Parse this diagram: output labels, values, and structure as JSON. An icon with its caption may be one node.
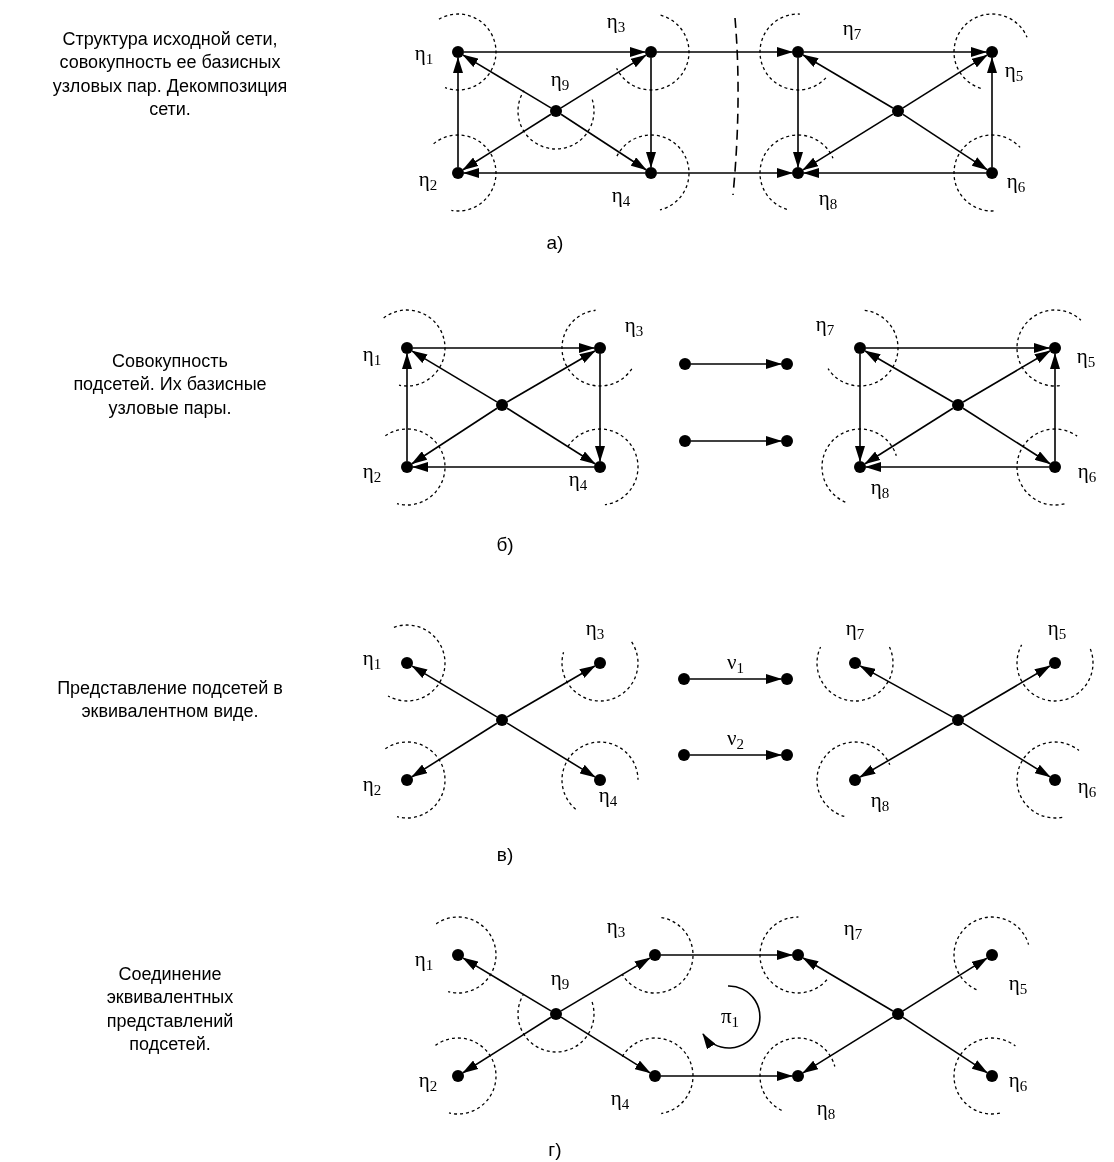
{
  "diagram": {
    "nodes": [
      {
        "text": [],
        "shape": "circle",
        "beside": [
          "η$_{1}$"
        ]
      },
      {
        "text": [],
        "shape": "circle",
        "beside": [
          "η$_{3}$"
        ]
      },
      {
        "text": [],
        "shape": "circle",
        "beside": [
          "η$_{7}$"
        ]
      },
      {
        "text": [],
        "shape": "circle",
        "beside": [
          "η$_{5}$"
        ]
      },
      {
        "text": [],
        "shape": "circle",
        "beside": [
          "η$_{9}$"
        ]
      },
      {
        "text": [],
        "shape": "circle"
      },
      {
        "text": [],
        "shape": "circle",
        "beside": [
          "η$_{2}$"
        ]
      },
      {
        "text": [],
        "shape": "circle",
        "beside": [
          "η$_{4}$"
        ]
      },
      {
        "text": [],
        "shape": "circle",
        "beside": [
          "η$_{8}$"
        ]
      },
      {
        "text": [],
        "shape": "circle",
        "beside": [
          "η$_{6}$"
        ]
      },
      {
        "text": [],
        "shape": "circle",
        "beside": [
          "η$_{1}$"
        ]
      },
      {
        "text": [],
        "shape": "circle",
        "beside": [
          "η$_{3}$"
        ]
      },
      {
        "text": [],
        "shape": "circle",
        "beside": [
          "η$_{7}$"
        ]
      },
      {
        "text": [],
        "shape": "circle",
        "beside": [
          "η$_{5}$"
        ]
      },
      {
        "text": [],
        "shape": "circle"
      },
      {
        "text": [],
        "shape": "circle"
      },
      {
        "text": [],
        "shape": "circle"
      },
      {
        "text": [],
        "shape": "circle"
      },
      {
        "text": [],
        "shape": "circle"
      },
      {
        "text": [],
        "shape": "circle"
      },
      {
        "text": [],
        "shape": "circle",
        "beside": [
          "η$_{2}$"
        ]
      },
      {
        "text": [],
        "shape": "circle",
        "beside": [
          "η$_{4}$"
        ]
      },
      {
        "text": [],
        "shape": "circle",
        "beside": [
          "η$_{8}$"
        ]
      },
      {
        "text": [],
        "shape": "circle",
        "beside": [
          "η$_{6}$"
        ]
      },
      {
        "text": [],
        "shape": "circle",
        "beside": [
          "η$_{1}$"
        ]
      },
      {
        "text": [],
        "shape": "circle",
        "beside": [
          "η$_{3}$"
        ]
      },
      {
        "text": [],
        "shape": "circle",
        "beside": [
          "η$_{7}$"
        ]
      },
      {
        "text": [],
        "shape": "circle",
        "beside": [
          "η$_{5}$"
        ]
      },
      {
        "text": [],
        "shape": "circle"
      },
      {
        "text": [],
        "shape": "circle"
      },
      {
        "text": [],
        "shape": "circle"
      },
      {
        "text": [],
        "shape": "circle"
      },
      {
        "text": [],
        "shape": "circle"
      },
      {
        "text": [],
        "shape": "circle"
      },
      {
        "text": [],
        "shape": "circle",
        "beside": [
          "η$_{2}$"
        ]
      },
      {
        "text": [],
        "shape": "circle",
        "beside": [
          "η$_{4}$"
        ]
      },
      {
        "text": [],
        "shape": "circle",
        "beside": [
          "η$_{8}$"
        ]
      },
      {
        "text": [],
        "shape": "circle",
        "beside": [
          "η$_{6}$"
        ]
      },
      {
        "text": [],
        "shape": "circle",
        "beside": [
          "η$_{1}$"
        ]
      },
      {
        "text": [],
        "shape": "circle",
        "beside": [
          "η$_{3}$"
        ]
      },
      {
        "text": [],
        "shape": "circle",
        "beside": [
          "η$_{7}$"
        ]
      },
      {
        "text": [],
        "shape": "circle",
        "beside": [
          "η$_{5}$"
        ]
      },
      {
        "text": [],
        "shape": "circle",
        "beside": [
          "η$_{9}$"
        ]
      },
      {
        "text": [],
        "shape": "circle"
      },
      {
        "text": [],
        "shape": "circle",
        "beside": [
          "η$_{2}$"
        ]
      },
      {
        "text": [],
        "shape": "circle",
        "beside": [
          "η$_{4}$"
        ]
      },
      {
        "text": [],
        "shape": "circle",
        "beside": [
          "η$_{8}$"
        ]
      },
      {
        "text": [],
        "shape": "circle",
        "beside": [
          "η$_{6}$"
        ]
      }
    ],
    "edges": [
      {
        "from": 0,
        "to": 1,
        "arrow": "to"
      },
      {
        "from": 1,
        "to": 2,
        "arrow": "to"
      },
      {
        "from": 2,
        "to": 3,
        "arrow": "to"
      },
      {
        "from": 6,
        "to": 0,
        "arrow": "to"
      },
      {
        "from": 4,
        "to": 0,
        "arrow": "to"
      },
      {
        "from": 4,
        "to": 1,
        "arrow": "to"
      },
      {
        "from": 4,
        "to": 6,
        "arrow": "to"
      },
      {
        "from": 4,
        "to": 7,
        "arrow": "to"
      },
      {
        "from": 1,
        "to": 7,
        "arrow": "to"
      },
      {
        "from": 7,
        "to": 6,
        "arrow": "to"
      },
      {
        "from": 7,
        "to": 8,
        "arrow": "to"
      },
      {
        "from": 2,
        "to": 8,
        "arrow": "to"
      },
      {
        "from": 5,
        "to": 2,
        "arrow": "to"
      },
      {
        "from": 5,
        "to": 3,
        "arrow": "to"
      },
      {
        "from": 5,
        "to": 8,
        "arrow": "to"
      },
      {
        "from": 5,
        "to": 9,
        "arrow": "to"
      },
      {
        "from": 9,
        "to": 3,
        "arrow": "to"
      },
      {
        "from": 9,
        "to": 8,
        "arrow": "to"
      },
      {
        "from": 10,
        "to": 11,
        "arrow": "to"
      },
      {
        "from": 20,
        "to": 10,
        "arrow": "to"
      },
      {
        "from": 16,
        "to": 10,
        "arrow": "to"
      },
      {
        "from": 16,
        "to": 11,
        "arrow": "to"
      },
      {
        "from": 16,
        "to": 20,
        "arrow": "to"
      },
      {
        "from": 16,
        "to": 21,
        "arrow": "to"
      },
      {
        "from": 11,
        "to": 21,
        "arrow": "to"
      },
      {
        "from": 21,
        "to": 20,
        "arrow": "to"
      },
      {
        "from": 14,
        "to": 15,
        "arrow": "to"
      },
      {
        "from": 18,
        "to": 19,
        "arrow": "to"
      },
      {
        "from": 12,
        "to": 13,
        "arrow": "to"
      },
      {
        "from": 17,
        "to": 12,
        "arrow": "to"
      },
      {
        "from": 17,
        "to": 13,
        "arrow": "to"
      },
      {
        "from": 17,
        "to": 22,
        "arrow": "to"
      },
      {
        "from": 17,
        "to": 23,
        "arrow": "to"
      },
      {
        "from": 12,
        "to": 22,
        "arrow": "to"
      },
      {
        "from": 23,
        "to": 13,
        "arrow": "to"
      },
      {
        "from": 23,
        "to": 22,
        "arrow": "to"
      },
      {
        "from": 30,
        "to": 24,
        "arrow": "to"
      },
      {
        "from": 30,
        "to": 25,
        "arrow": "to"
      },
      {
        "from": 30,
        "to": 34,
        "arrow": "to"
      },
      {
        "from": 30,
        "to": 35,
        "arrow": "to"
      },
      {
        "from": 28,
        "to": 29,
        "arrow": "to",
        "label": "ν$_{1}$"
      },
      {
        "from": 32,
        "to": 33,
        "arrow": "to",
        "label": "ν$_{2}$"
      },
      {
        "from": 31,
        "to": 26,
        "arrow": "to"
      },
      {
        "from": 31,
        "to": 27,
        "arrow": "to"
      },
      {
        "from": 31,
        "to": 36,
        "arrow": "to"
      },
      {
        "from": 31,
        "to": 37,
        "arrow": "to"
      },
      {
        "from": 42,
        "to": 38,
        "arrow": "to"
      },
      {
        "from": 42,
        "to": 39,
        "arrow": "to"
      },
      {
        "from": 42,
        "to": 44,
        "arrow": "to"
      },
      {
        "from": 42,
        "to": 45,
        "arrow": "to"
      },
      {
        "from": 39,
        "to": 40,
        "arrow": "to"
      },
      {
        "from": 45,
        "to": 46,
        "arrow": "to"
      },
      {
        "from": 43,
        "to": 40,
        "arrow": "to"
      },
      {
        "from": 43,
        "to": 41,
        "arrow": "to"
      },
      {
        "from": 43,
        "to": 46,
        "arrow": "to"
      },
      {
        "from": 43,
        "to": 47,
        "arrow": "to"
      }
    ],
    "labels": [
      "Структура исходной сети, совокупность ее базисных узловых пар. Декомпозиция сети.",
      "а)",
      "Совокупность подсетей. Их базисные узловые пары.",
      "б)",
      "Представление подсетей в эквивалентном виде.",
      "в)",
      "Соединение эквивалентных представлений подсетей.",
      "π$_{1}$",
      "г)"
    ]
  }
}
